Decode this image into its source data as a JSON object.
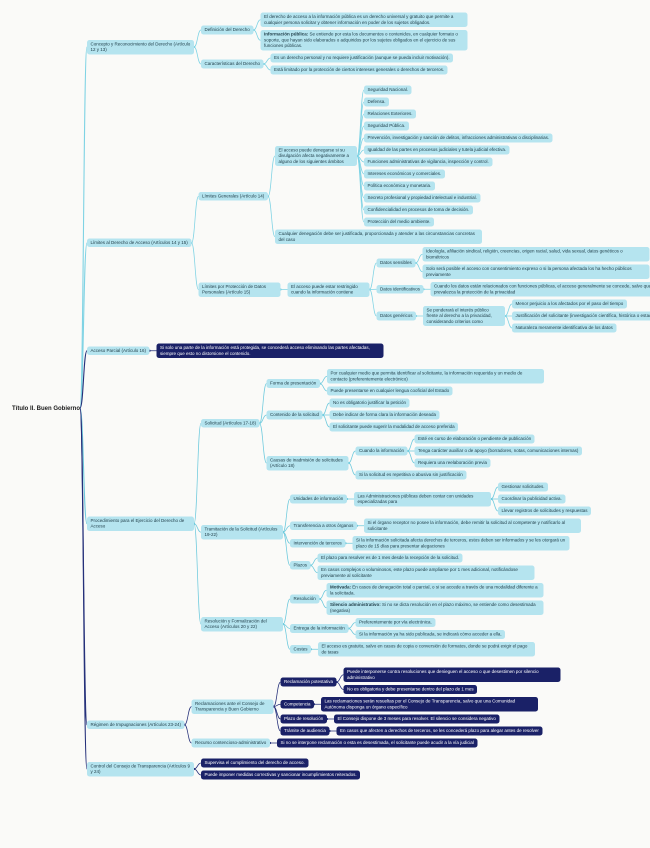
{
  "palette": {
    "background": "#fafaf8",
    "light_fill": "#b5e4ef",
    "light_text": "#1d3a45",
    "dark_fill": "#1a2167",
    "dark_text": "#ffffff",
    "root_text": "#1a1a1a",
    "line_light": "#7fd3e4",
    "line_dark": "#25307a"
  },
  "tree": {
    "text": "Título II. Buen Gobierno",
    "children": [
      {
        "text": "Concepto y Reconocimiento del Derecho (Artículo 12 y 13)",
        "color": "#7fd3e4",
        "children": [
          {
            "text": "Definición del Derecho",
            "children": [
              {
                "text": "El derecho de acceso a la información pública es un derecho universal y gratuito que permite a cualquier persona solicitar y obtener información en poder de los sujetos obligados."
              },
              {
                "text": "Información pública: Se entiende por esta los documentos o contenidos, en cualquier formato o soporte, que hayan sido elaborados o adquiridos por los sujetos obligados en el ejercicio de sus funciones públicas.",
                "bold_lead": true
              }
            ]
          },
          {
            "text": "Características del Derecho",
            "children": [
              {
                "text": "Es un derecho personal y no requiere justificación (aunque se pueda incluir motivación)."
              },
              {
                "text": "Está limitado por la protección de ciertos intereses generales o derechos de terceros."
              }
            ]
          }
        ]
      },
      {
        "text": "Límites al Derecho de Acceso (Artículos 14 y 15)",
        "color": "#7fd3e4",
        "children": [
          {
            "text": "Límites Generales (Artículo 14)",
            "children": [
              {
                "text": "El acceso puede denegarse si su divulgación afecta negativamente a alguno de los siguientes ámbitos",
                "children": [
                  {
                    "text": "Seguridad Nacional."
                  },
                  {
                    "text": "Defensa."
                  },
                  {
                    "text": "Relaciones Exteriores."
                  },
                  {
                    "text": "Seguridad Pública."
                  },
                  {
                    "text": "Prevención, investigación y sanción de delitos, infracciones administrativas o disciplinarias."
                  },
                  {
                    "text": "Igualdad de las partes en procesos judiciales y tutela judicial efectiva."
                  },
                  {
                    "text": "Funciones administrativas de vigilancia, inspección y control."
                  },
                  {
                    "text": "Intereses económicos y comerciales."
                  },
                  {
                    "text": "Política económica y monetaria."
                  },
                  {
                    "text": "Secreto profesional y propiedad intelectual e industrial."
                  },
                  {
                    "text": "Confidencialidad en procesos de toma de decisión."
                  },
                  {
                    "text": "Protección del medio ambiente."
                  }
                ]
              },
              {
                "text": "Cualquier denegación debe ser justificada, proporcionada y atender a las circunstancias concretas del caso"
              }
            ]
          },
          {
            "text": "Límites por Protección de Datos Personales (Artículo 15)",
            "children": [
              {
                "text": "El acceso puede estar restringido cuando la información contiene",
                "children": [
                  {
                    "text": "Datos sensibles",
                    "children": [
                      {
                        "text": "Ideología, afiliación sindical, religión, creencias, origen racial, salud, vida sexual, datos genéticos o biométricos"
                      },
                      {
                        "text": "Solo será posible el acceso con consentimiento expreso o si la persona afectada los ha hecho públicos previamente"
                      }
                    ]
                  },
                  {
                    "text": "Datos identificativos",
                    "children": [
                      {
                        "text": "Cuando los datos están relacionados con funciones públicas, el acceso generalmente se concede, salvo que prevalezca la protección de la privacidad"
                      }
                    ]
                  },
                  {
                    "text": "Datos genéricos",
                    "children": [
                      {
                        "text": "Se ponderará el interés público frente al derecho a la privacidad, considerando criterios como",
                        "children": [
                          {
                            "text": "Menor perjuicio a los afectados por el paso del tiempo"
                          },
                          {
                            "text": "Justificación del solicitante (investigación científica, histórica o estadística)"
                          },
                          {
                            "text": "Naturaleza meramente identificativa de los datos"
                          }
                        ]
                      }
                    ]
                  }
                ]
              }
            ]
          }
        ]
      },
      {
        "text": "Acceso Parcial (Artículo 16)",
        "color": "#25307a",
        "children": [
          {
            "text": "Si solo una parte de la información está protegida, se concederá acceso eliminando las partes afectadas, siempre que esto no distorsione el contenido.",
            "theme": "dark"
          }
        ]
      },
      {
        "text": "Procedimiento para el Ejercicio del Derecho de Acceso",
        "color": "#6ecadd",
        "children": [
          {
            "text": "Solicitud (Artículos 17-18)",
            "children": [
              {
                "text": "Forma de presentación",
                "children": [
                  {
                    "text": "Por cualquier medio que permita identificar al solicitante, la información requerida y un medio de contacto (preferentemente electrónico)"
                  },
                  {
                    "text": "Puede presentarse en cualquier lengua cooficial del Estado"
                  }
                ]
              },
              {
                "text": "Contenido de la solicitud",
                "children": [
                  {
                    "text": "No es obligatorio justificar la petición"
                  },
                  {
                    "text": "Debe indicar de forma clara la información deseada"
                  },
                  {
                    "text": "El solicitante puede sugerir la modalidad de acceso preferida"
                  }
                ]
              },
              {
                "text": "Causas de inadmisión de solicitudes (Artículo 18)",
                "children": [
                  {
                    "text": "Cuando la información",
                    "children": [
                      {
                        "text": "Esté en curso de elaboración o pendiente de publicación"
                      },
                      {
                        "text": "Tenga carácter auxiliar o de apoyo (borradores, notas, comunicaciones internas)"
                      },
                      {
                        "text": "Requiera una reelaboración previa"
                      }
                    ]
                  },
                  {
                    "text": "Si la solicitud es repetitiva o abusiva sin justificación"
                  }
                ]
              }
            ]
          },
          {
            "text": "Tramitación de la Solicitud (Artículos 19-22)",
            "children": [
              {
                "text": "Unidades de información",
                "children": [
                  {
                    "text": "Las Administraciones públicas deben contar con unidades especializadas para",
                    "children": [
                      {
                        "text": "Gestionar solicitudes."
                      },
                      {
                        "text": "Coordinar la publicidad activa."
                      },
                      {
                        "text": "Llevar registros de solicitudes y respuestas"
                      }
                    ]
                  }
                ]
              },
              {
                "text": "Transferencia a otros órganos",
                "children": [
                  {
                    "text": "Si el órgano receptor no posee la información, debe remitir la solicitud al competente y notificarlo al solicitante"
                  }
                ]
              },
              {
                "text": "Intervención de terceros",
                "children": [
                  {
                    "text": "Si la información solicitada afecta derechos de terceros, estos deben ser informados y se les otorgará un plazo de 15 días para presentar alegaciones"
                  }
                ]
              },
              {
                "text": "Plazos",
                "children": [
                  {
                    "text": "El plazo para resolver es de 1 mes desde la recepción de la solicitud."
                  },
                  {
                    "text": "En casos complejos o voluminosos, este plazo puede ampliarse por 1 mes adicional, notificándose previamente al solicitante"
                  }
                ]
              }
            ]
          },
          {
            "text": "Resolución y Formalización del Acceso (Artículos 20 y 22)",
            "children": [
              {
                "text": "Resolución",
                "children": [
                  {
                    "text": "Motivada: En casos de denegación total o parcial, o si se accede a través de una modalidad diferente a la solicitada.",
                    "bold_lead": true
                  },
                  {
                    "text": "Silencio administrativo: Si no se dicta resolución en el plazo máximo, se entiende como desestimada (negativa)",
                    "bold_lead": true
                  }
                ]
              },
              {
                "text": "Entrega de la información",
                "children": [
                  {
                    "text": "Preferentemente por vía electrónica."
                  },
                  {
                    "text": "Si la información ya ha sido publicada, se indicará cómo acceder a ella."
                  }
                ]
              },
              {
                "text": "Costes",
                "children": [
                  {
                    "text": "El acceso es gratuito, salvo en casos de copia o conversión de formatos, donde se podrá exigir el pago de tasas"
                  }
                ]
              }
            ]
          }
        ]
      },
      {
        "text": "Régimen de Impugnaciones (Artículos 23-24)",
        "color": "#25307a",
        "children": [
          {
            "text": "Reclamaciones ante el Consejo de Transparencia y Buen Gobierno",
            "children": [
              {
                "text": "Reclamación potestativa",
                "theme": "dark",
                "children": [
                  {
                    "text": "Puede interponerse contra resoluciones que denieguen el acceso o que desestimen por silencio administrativo",
                    "theme": "dark"
                  },
                  {
                    "text": "No es obligatoria y debe presentarse dentro del plazo de 1 mes",
                    "theme": "dark"
                  }
                ]
              },
              {
                "text": "Competencia",
                "theme": "dark",
                "children": [
                  {
                    "text": "Las reclamaciones serán resueltas por el Consejo de Transparencia, salvo que una Comunidad Autónoma disponga un órgano específico",
                    "theme": "dark"
                  }
                ]
              },
              {
                "text": "Plazo de resolución",
                "theme": "dark",
                "children": [
                  {
                    "text": "El Consejo dispone de 3 meses para resolver. El silencio se considera negativo",
                    "theme": "dark"
                  }
                ]
              },
              {
                "text": "Trámite de audiencia",
                "theme": "dark",
                "children": [
                  {
                    "text": "En casos que afecten a derechos de terceros, se les concederá plazo para alegar antes de resolver",
                    "theme": "dark"
                  }
                ]
              }
            ]
          },
          {
            "text": "Recurso contencioso-administrativo",
            "children": [
              {
                "text": "Si no se interpone reclamación o esta es desestimada, el solicitante puede acudir a la vía judicial",
                "theme": "dark"
              }
            ]
          }
        ]
      },
      {
        "text": "Control del Consejo de Transparencia (Artículos 9 y 24)",
        "color": "#25307a",
        "children": [
          {
            "text": "Supervisa el cumplimiento del derecho de acceso.",
            "theme": "dark"
          },
          {
            "text": "Puede imponer medidas correctivas y sancionar incumplimientos reiterados.",
            "theme": "dark"
          }
        ]
      }
    ]
  }
}
